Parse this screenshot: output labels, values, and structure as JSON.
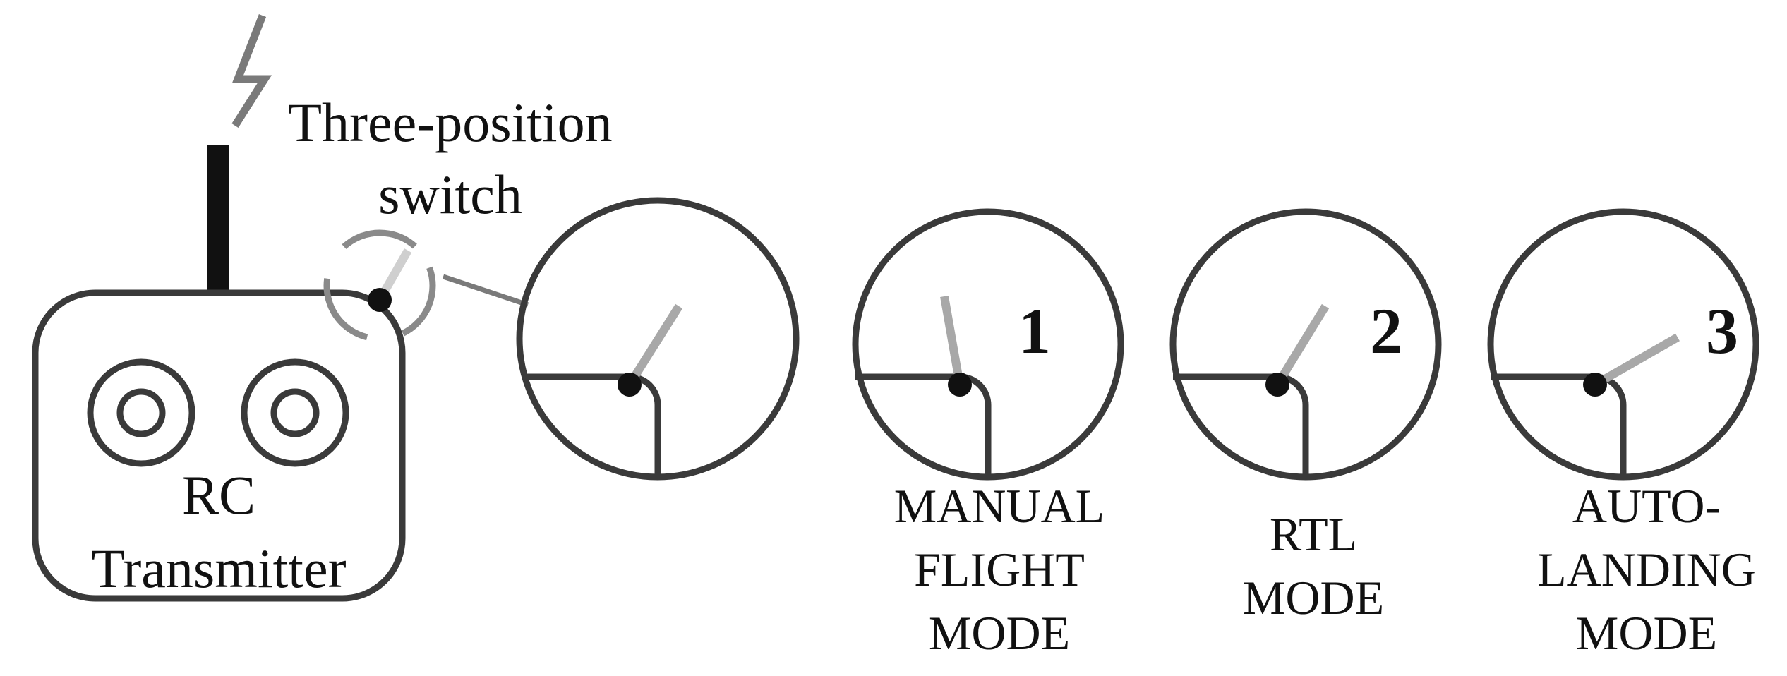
{
  "transmitter": {
    "label_lines": [
      "RC",
      "Transmitter"
    ]
  },
  "switch_label": {
    "lines": [
      "Three-position",
      "switch"
    ]
  },
  "positions": [
    {
      "number": "1",
      "mode_lines": [
        "MANUAL",
        "FLIGHT",
        "MODE"
      ]
    },
    {
      "number": "2",
      "mode_lines": [
        "RTL",
        "MODE"
      ]
    },
    {
      "number": "3",
      "mode_lines": [
        "AUTO-",
        "LANDING",
        "MODE"
      ]
    }
  ],
  "colors": {
    "outline": "#3a3a3a",
    "lever": "#a8a8a8",
    "antenna": "#111111",
    "signal": "#7a7a7a"
  }
}
